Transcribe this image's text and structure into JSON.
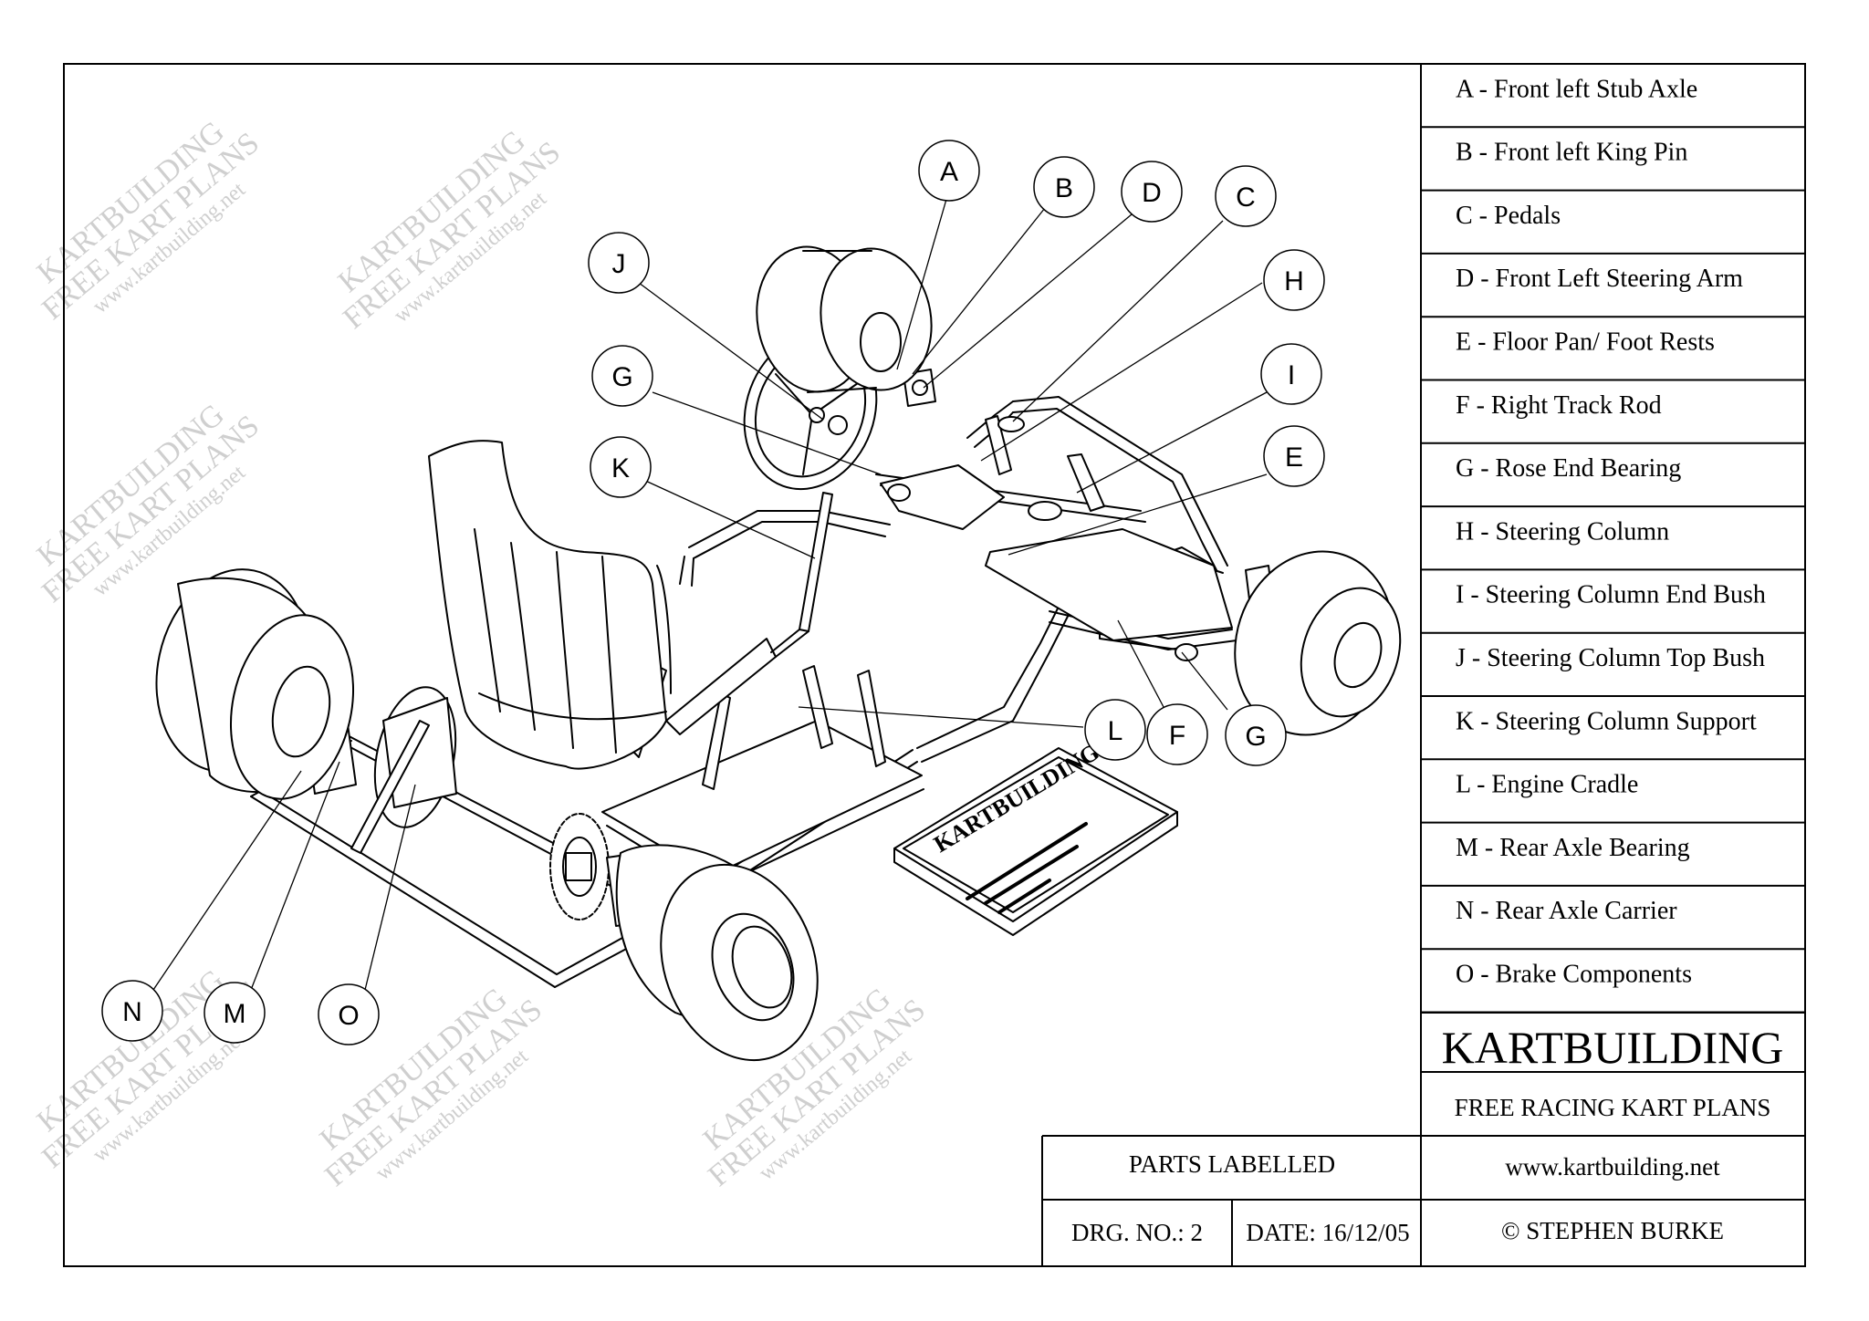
{
  "watermark": {
    "line1": "KARTBUILDING",
    "line2": "FREE KART PLANS",
    "line3": "www.kartbuilding.net"
  },
  "callouts": [
    "A",
    "B",
    "D",
    "C",
    "J",
    "H",
    "G",
    "I",
    "K",
    "E",
    "L",
    "F",
    "G",
    "N",
    "M",
    "O"
  ],
  "parts_legend": [
    "A - Front left Stub Axle",
    "B - Front left King Pin",
    "C - Pedals",
    "D - Front Left Steering Arm",
    "E - Floor Pan/ Foot Rests",
    "F - Right Track Rod",
    "G - Rose End Bearing",
    "H - Steering Column",
    "I - Steering Column End Bush",
    "J - Steering Column Top Bush",
    "K - Steering Column Support",
    "L - Engine Cradle",
    "M - Rear Axle Bearing",
    "N - Rear Axle Carrier",
    "O - Brake Components"
  ],
  "title_block": {
    "company": "KARTBUILDING",
    "subtitle": "FREE RACING KART PLANS",
    "drawing_title": "PARTS LABELLED",
    "website": "www.kartbuilding.net",
    "drawing_number": "DRG. NO.:  2",
    "date": "DATE: 16/12/05",
    "copyright": "© STEPHEN BURKE"
  },
  "colors": {
    "ink": "#000000",
    "watermark": "#cfcfcf",
    "paper": "#ffffff"
  }
}
